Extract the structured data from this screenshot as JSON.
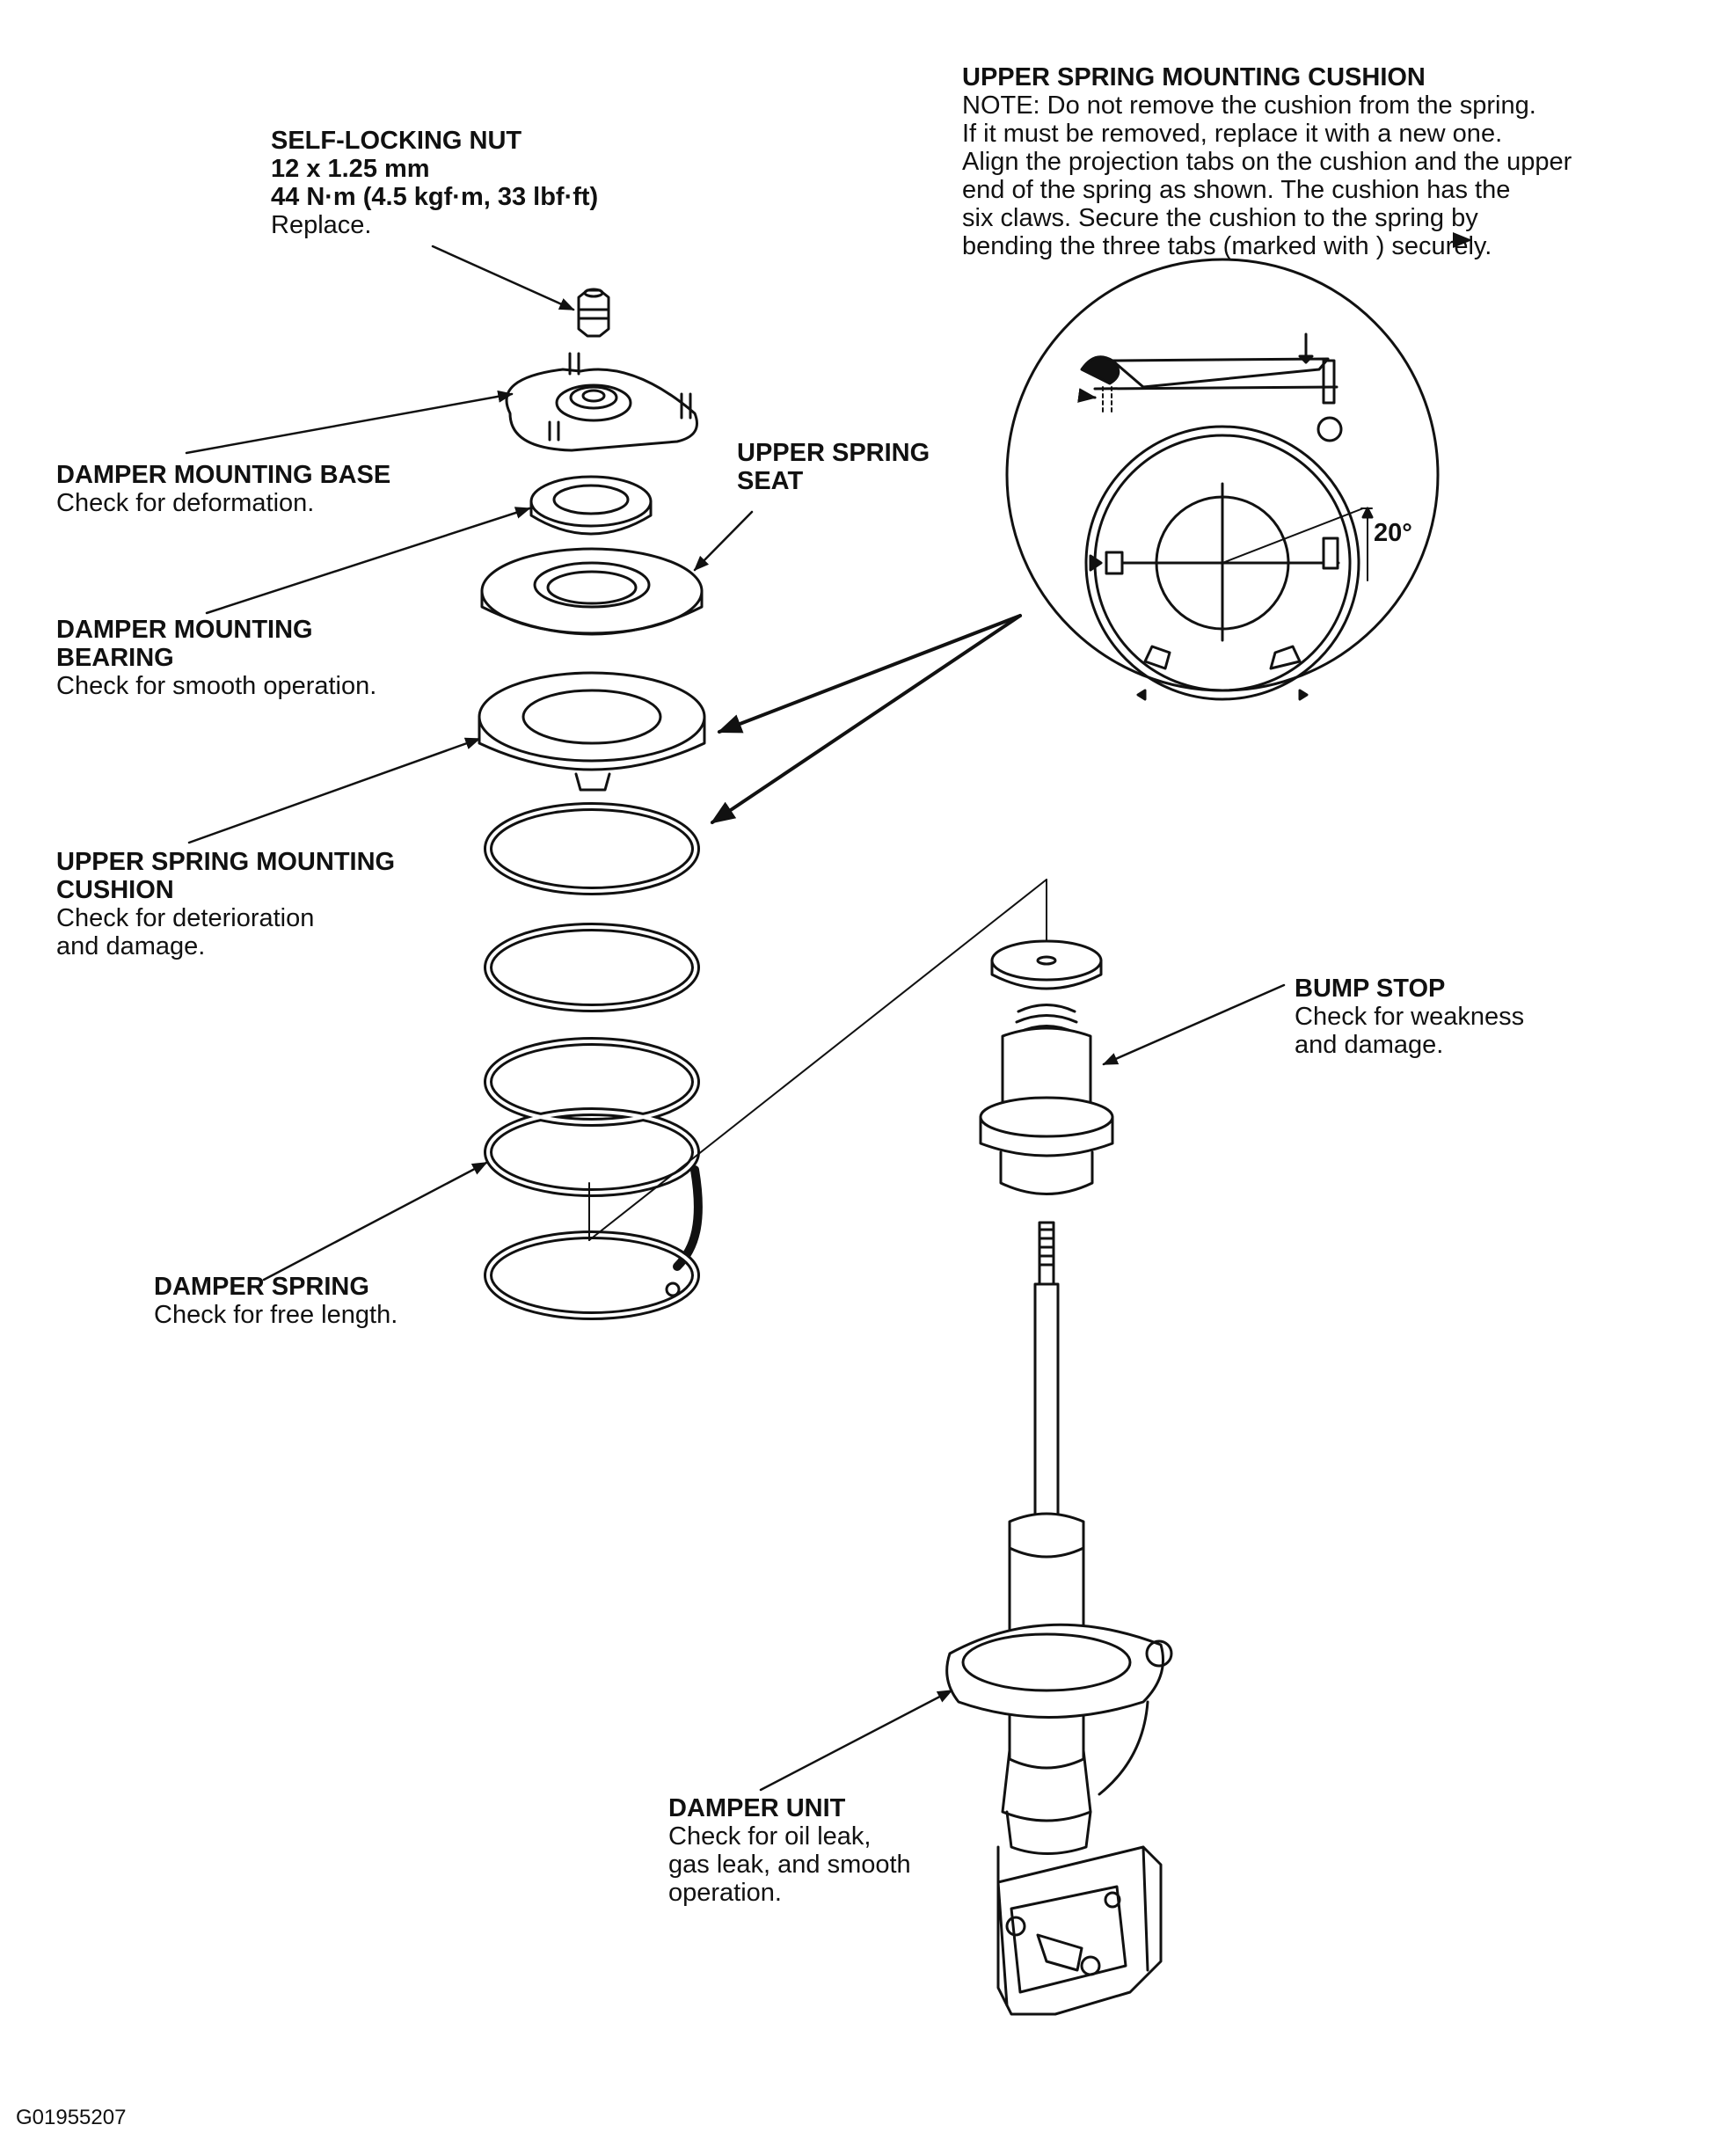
{
  "callouts": {
    "self_locking_nut": {
      "title": "SELF-LOCKING NUT",
      "lines": [
        "12 x 1.25 mm",
        "44 N·m (4.5 kgf·m, 33 lbf·ft)"
      ],
      "note": "Replace."
    },
    "damper_mounting_base": {
      "title": "DAMPER MOUNTING BASE",
      "note": "Check for deformation."
    },
    "damper_mounting_bearing": {
      "title_1": "DAMPER MOUNTING",
      "title_2": "BEARING",
      "note": "Check for smooth operation."
    },
    "upper_spring_seat": {
      "title_1": "UPPER SPRING",
      "title_2": "SEAT"
    },
    "upper_spring_mounting_cushion": {
      "title_1": "UPPER SPRING MOUNTING",
      "title_2": "CUSHION",
      "note_1": "Check for deterioration",
      "note_2": "and damage."
    },
    "damper_spring": {
      "title": "DAMPER SPRING",
      "note": "Check for free length."
    },
    "bump_stop": {
      "title": "BUMP STOP",
      "note_1": "Check for weakness",
      "note_2": "and damage."
    },
    "damper_unit": {
      "title": "DAMPER UNIT",
      "note_1": "Check for oil leak,",
      "note_2": "gas leak, and smooth",
      "note_3": "operation."
    }
  },
  "detail_note": {
    "title": "UPPER SPRING MOUNTING CUSHION",
    "lines": [
      "NOTE: Do not remove the cushion from the spring.",
      "If it must be removed, replace it with a new one.",
      "Align the projection tabs on the cushion and the upper",
      "end of the spring as shown. The cushion has the",
      "six claws. Secure the cushion to the spring by",
      "bending the three tabs (marked with     ) securely."
    ],
    "angle": "20°"
  },
  "figure_id": "G01955207",
  "colors": {
    "ink": "#111111",
    "background": "#ffffff"
  }
}
